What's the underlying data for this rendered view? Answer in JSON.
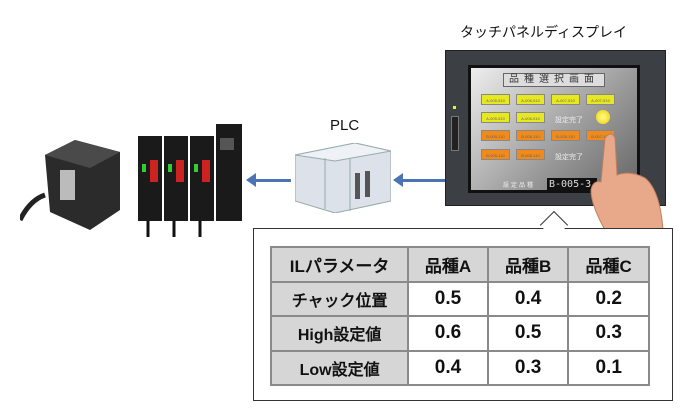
{
  "labels": {
    "plc": "PLC",
    "touch_panel": "タッチパネルディスプレイ"
  },
  "screen": {
    "title": "品種選択画面",
    "buttons_a": [
      "A-005-510",
      "A-006-510",
      "A-007-510",
      "A-007-510",
      "A-005-510",
      "A-006-510"
    ],
    "buttons_b": [
      "B-005-110",
      "B-006-110",
      "B-005-110",
      "B-007-112",
      "B-005-110",
      "B-006-110"
    ],
    "done_label": "設定完了",
    "current_label": "設定品種",
    "current_value": "B-005-3"
  },
  "table": {
    "headers": [
      "ILパラメータ",
      "品種A",
      "品種B",
      "品種C"
    ],
    "rows": [
      {
        "label": "チャック位置",
        "values": [
          "0.5",
          "0.4",
          "0.2"
        ]
      },
      {
        "label": "High設定値",
        "values": [
          "0.6",
          "0.5",
          "0.3"
        ]
      },
      {
        "label": "Low設定値",
        "values": [
          "0.4",
          "0.3",
          "0.1"
        ]
      }
    ]
  },
  "colors": {
    "arrow": "#4a74b4",
    "header_bg": "#d6d6d6",
    "button_yellow": "#e8e820",
    "button_orange": "#f08a1a"
  }
}
